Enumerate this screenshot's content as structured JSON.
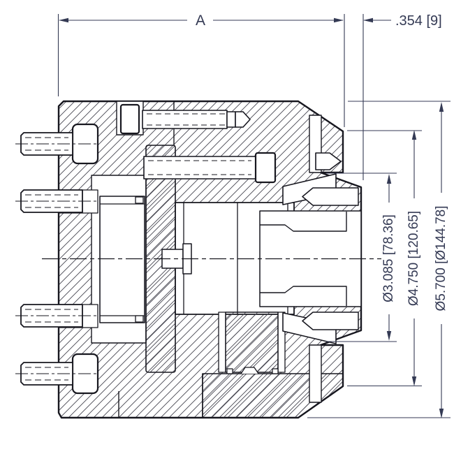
{
  "drawing": {
    "kind": "sectional assembly drawing",
    "colors": {
      "background": "#ffffff",
      "geometry_line": "#17171f",
      "hatch_line": "#4b4b55",
      "dimension": "#343a54"
    },
    "dimensions": {
      "width_label": "A",
      "offset_label": ".354 [9]",
      "inner_diameter_label": "Ø3.085 [78.36]",
      "middle_diameter_label": "Ø4.750 [120.65]",
      "outer_diameter_label": "Ø5.700 [Ø144.78]"
    }
  }
}
